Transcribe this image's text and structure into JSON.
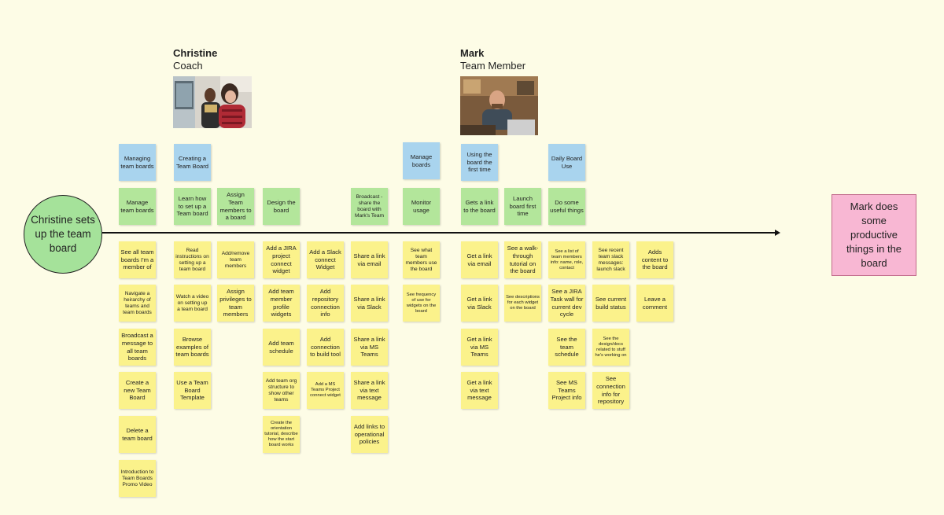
{
  "personas": {
    "christine": {
      "name": "Christine",
      "role": "Coach"
    },
    "mark": {
      "name": "Mark",
      "role": "Team Member"
    }
  },
  "start": {
    "label": "Christine sets up the team board"
  },
  "end": {
    "label": "Mark does some productive things in the board"
  },
  "colors": {
    "background": "#fdfce6",
    "blue_note": "#a9d4ee",
    "green_note": "#b3e69b",
    "yellow_note": "#fbf28b",
    "start_circle": "#a5e29a",
    "end_box": "#f8b7d3"
  },
  "notes": {
    "col1": {
      "blue": "Managing team boards",
      "green": "Manage team boards",
      "y": [
        "See all team boards I'm a member of",
        "Navigate a heirarchy of teams and team boards",
        "Broadcast a message to all team boards",
        "Create a new Team Board",
        "Delete a team board",
        "Introduction to Team Boards Promo Video"
      ]
    },
    "col2": {
      "blue": "Creating a Team Board",
      "green": "Learn how to set up a Team board",
      "y": [
        "Read instructions on setting up a team board",
        "Watch a video on setting up a team board",
        "Browse examples of team boards",
        "Use a Team Board Template"
      ]
    },
    "col3": {
      "green": "Assign Team members to a board",
      "y": [
        "Add/remove team members",
        "Assign privileges to team members"
      ]
    },
    "col4": {
      "green": "Design the board",
      "y": [
        "Add a JIRA project connect widget",
        "Add team member profile widgets",
        "Add team schedule",
        "Add team org structure to show other teams",
        "Create the orientation tutorial, describe how the start board works"
      ]
    },
    "col5": {
      "y": [
        "Add a Slack connect Widget",
        "Add repository connection info",
        "Add connection to build tool",
        "Add a MS Teams Project connect widget"
      ]
    },
    "col6": {
      "green": "Broadcast - share the board with Mark's Team",
      "y": [
        "Share a link via email",
        "Share a link via Slack",
        "Share a link via MS Teams",
        "Share a link via text message",
        "Add links to operational policies"
      ]
    },
    "col7": {
      "blue": "Manage boards",
      "green": "Monitor usage",
      "y": [
        "See what team members use the board",
        "See frequency of use for widgets on the board"
      ]
    },
    "col8": {
      "blue": "Using the board the first time",
      "green": "Gets a link to the board",
      "y": [
        "Get a link via email",
        "Get a link via Slack",
        "Get a link via MS Teams",
        "Get a link via text message"
      ]
    },
    "col9": {
      "green": "Launch board first time",
      "y": [
        "See a walk-through tutorial on the board",
        "See descriptions for each widget on the board"
      ]
    },
    "col10": {
      "blue": "Daily Board Use",
      "green": "Do some useful things",
      "y": [
        "See a list of team members info: name, role, contact",
        "See a JIRA Task wall for current dev cycle",
        "See the team schedule",
        "See MS Teams Project info"
      ]
    },
    "col11": {
      "y": [
        "See recent team slack messages: launch slack",
        "See current build status",
        "See the design/docs related to stuff he's working on",
        "See connection info for repository"
      ]
    },
    "col12": {
      "y": [
        "Adds content to the board",
        "Leave a comment"
      ]
    }
  }
}
